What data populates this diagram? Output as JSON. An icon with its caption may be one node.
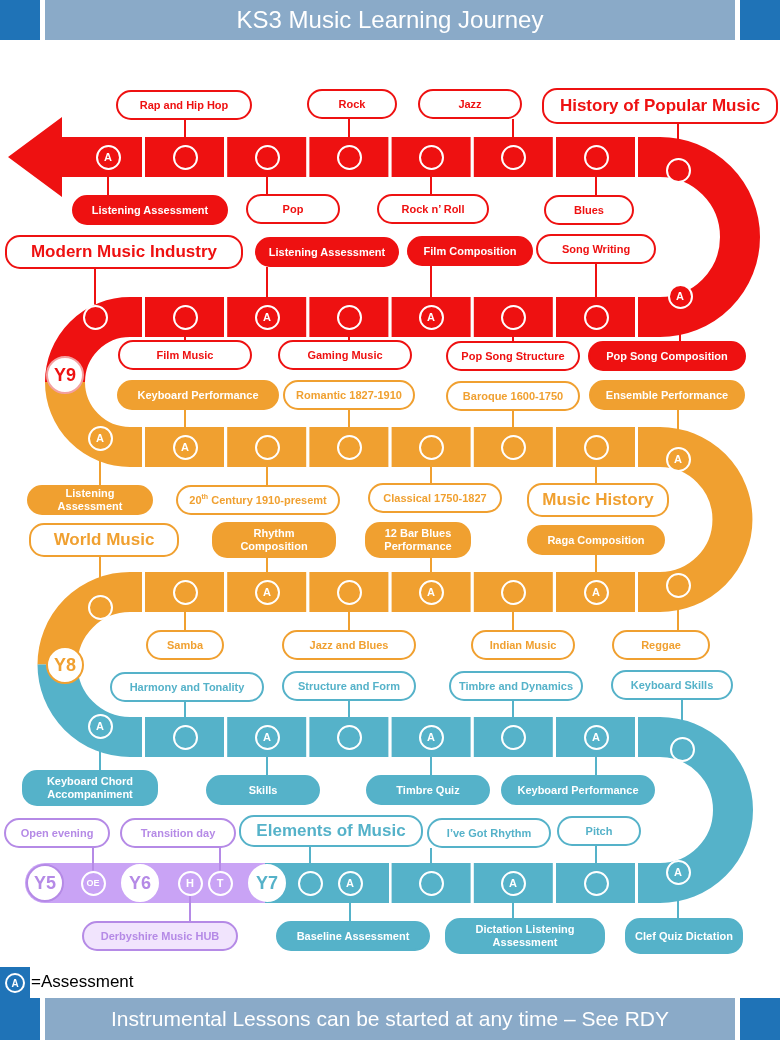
{
  "diagram": {
    "title": "KS3 Music Learning Journey",
    "caption": "Instrumental Lessons can be started at any time – See RDY",
    "nodes": [
      {
        "text": [
          "Rap and Hip Hop"
        ]
      },
      {
        "text": [
          "Rock"
        ]
      },
      {
        "text": [
          "Jazz"
        ]
      },
      {
        "text": [
          "History of Popular Music"
        ]
      },
      {
        "text": [
          "A"
        ]
      },
      {
        "text": [],
        "shape": "circle"
      },
      {
        "text": [],
        "shape": "circle"
      },
      {
        "text": [],
        "shape": "circle"
      },
      {
        "text": [],
        "shape": "circle"
      },
      {
        "text": [],
        "shape": "circle"
      },
      {
        "text": [],
        "shape": "circle"
      },
      {
        "text": [],
        "shape": "circle"
      },
      {
        "text": [
          "Listening Assessment"
        ]
      },
      {
        "text": [
          "Pop"
        ]
      },
      {
        "text": [
          "Rock n’ Roll"
        ]
      },
      {
        "text": [
          "Blues"
        ]
      },
      {
        "text": [
          "Modern Music Industry"
        ]
      },
      {
        "text": [
          "Listening Assessment"
        ]
      },
      {
        "text": [
          "Film Composition"
        ]
      },
      {
        "text": [
          "Song Writing"
        ]
      },
      {
        "text": [],
        "shape": "circle"
      },
      {
        "text": [],
        "shape": "circle"
      },
      {
        "text": [
          "A"
        ]
      },
      {
        "text": [],
        "shape": "circle"
      },
      {
        "text": [
          "A"
        ]
      },
      {
        "text": [],
        "shape": "circle"
      },
      {
        "text": [],
        "shape": "circle"
      },
      {
        "text": [
          "A"
        ]
      },
      {
        "text": [
          "Film Music"
        ]
      },
      {
        "text": [
          "Gaming Music"
        ]
      },
      {
        "text": [
          "Pop Song Structure"
        ]
      },
      {
        "text": [
          "Pop Song Composition"
        ]
      },
      {
        "text": [
          "Y9"
        ]
      },
      {
        "text": [
          "Keyboard Performance"
        ]
      },
      {
        "text": [
          "Romantic 1827-1910"
        ]
      },
      {
        "text": [
          "Baroque 1600-1750"
        ]
      },
      {
        "text": [
          "Ensemble Performance"
        ]
      },
      {
        "text": [
          "A"
        ]
      },
      {
        "text": [
          "A"
        ]
      },
      {
        "text": [],
        "shape": "circle"
      },
      {
        "text": [],
        "shape": "circle"
      },
      {
        "text": [],
        "shape": "circle"
      },
      {
        "text": [],
        "shape": "circle"
      },
      {
        "text": [],
        "shape": "circle"
      },
      {
        "text": [
          "A"
        ]
      },
      {
        "text": [
          "Listening Assessment"
        ]
      },
      {
        "text": [
          "20$^{th}$ Century 1910-presemt"
        ]
      },
      {
        "text": [
          "Classical 1750-1827"
        ]
      },
      {
        "text": [
          "Music History"
        ]
      },
      {
        "text": [
          "World Music"
        ]
      },
      {
        "text": [
          "Rhythm Composition"
        ]
      },
      {
        "text": [
          "12 Bar Blues Performance"
        ]
      },
      {
        "text": [
          "Raga Composition"
        ]
      },
      {
        "text": [],
        "shape": "circle"
      },
      {
        "text": [],
        "shape": "circle"
      },
      {
        "text": [
          "A"
        ]
      },
      {
        "text": [],
        "shape": "circle"
      },
      {
        "text": [
          "A"
        ]
      },
      {
        "text": [],
        "shape": "circle"
      },
      {
        "text": [
          "A"
        ]
      },
      {
        "text": [],
        "shape": "circle"
      },
      {
        "text": [
          "Samba"
        ]
      },
      {
        "text": [
          "Jazz and Blues"
        ]
      },
      {
        "text": [
          "Indian Music"
        ]
      },
      {
        "text": [
          "Reggae"
        ]
      },
      {
        "text": [
          "Y8"
        ]
      },
      {
        "text": [
          "Harmony and Tonality"
        ]
      },
      {
        "text": [
          "Structure and Form"
        ]
      },
      {
        "text": [
          "Timbre and Dynamics"
        ]
      },
      {
        "text": [
          "Keyboard Skills"
        ]
      },
      {
        "text": [
          "A"
        ]
      },
      {
        "text": [],
        "shape": "circle"
      },
      {
        "text": [
          "A"
        ]
      },
      {
        "text": [],
        "shape": "circle"
      },
      {
        "text": [
          "A"
        ]
      },
      {
        "text": [],
        "shape": "circle"
      },
      {
        "text": [
          "A"
        ]
      },
      {
        "text": [],
        "shape": "circle"
      },
      {
        "text": [
          "Keyboard Chord Accompaniment"
        ]
      },
      {
        "text": [
          "Skills"
        ]
      },
      {
        "text": [
          "Timbre Quiz"
        ]
      },
      {
        "text": [
          "Keyboard Performance"
        ]
      },
      {
        "text": [
          "Open evening"
        ]
      },
      {
        "text": [
          "Transition day"
        ]
      },
      {
        "text": [
          "Elements of Music"
        ]
      },
      {
        "text": [
          "I’ve Got Rhythm"
        ]
      },
      {
        "text": [
          "Pitch"
        ]
      },
      {
        "text": [
          "Y5"
        ]
      },
      {
        "text": [
          "OE"
        ]
      },
      {
        "text": [
          "Y6"
        ]
      },
      {
        "text": [
          "H"
        ]
      },
      {
        "text": [
          "T"
        ]
      },
      {
        "text": [
          "Y7"
        ]
      },
      {
        "text": [],
        "shape": "circle"
      },
      {
        "text": [
          "A"
        ]
      },
      {
        "text": [],
        "shape": "circle"
      },
      {
        "text": [
          "A"
        ]
      },
      {
        "text": [],
        "shape": "circle"
      },
      {
        "text": [
          "A"
        ]
      },
      {
        "text": [
          "Derbyshire Music HUB"
        ]
      },
      {
        "text": [
          "Baseline Assessment"
        ]
      },
      {
        "text": [
          "Dictation Listening Assessment"
        ]
      },
      {
        "text": [
          "Clef Quiz Dictation"
        ]
      }
    ],
    "edges": [
      {
        "from": 0,
        "to": 5,
        "arrow": "none"
      },
      {
        "from": 1,
        "to": 7,
        "arrow": "none"
      },
      {
        "from": 2,
        "to": 9,
        "arrow": "none"
      },
      {
        "from": 3,
        "to": 11,
        "arrow": "none"
      },
      {
        "from": 12,
        "to": 4,
        "arrow": "none"
      },
      {
        "from": 13,
        "to": 6,
        "arrow": "none"
      },
      {
        "from": 14,
        "to": 8,
        "arrow": "none"
      },
      {
        "from": 15,
        "to": 10,
        "arrow": "none"
      },
      {
        "from": 16,
        "to": 20,
        "arrow": "none"
      },
      {
        "from": 17,
        "to": 22,
        "arrow": "none"
      },
      {
        "from": 18,
        "to": 24,
        "arrow": "none"
      },
      {
        "from": 19,
        "to": 26,
        "arrow": "none"
      },
      {
        "from": 28,
        "to": 21,
        "arrow": "none"
      },
      {
        "from": 29,
        "to": 23,
        "arrow": "none"
      },
      {
        "from": 30,
        "to": 25,
        "arrow": "none"
      },
      {
        "from": 31,
        "to": 27,
        "arrow": "none"
      },
      {
        "from": 33,
        "to": 38,
        "arrow": "none",
        "color": "#f0a030"
      },
      {
        "from": 34,
        "to": 40,
        "arrow": "none",
        "color": "#f0a030"
      },
      {
        "from": 35,
        "to": 42,
        "arrow": "none",
        "color": "#f0a030"
      },
      {
        "from": 36,
        "to": 44,
        "arrow": "none",
        "color": "#f0a030"
      },
      {
        "from": 45,
        "to": 37,
        "arrow": "none",
        "color": "#f0a030"
      },
      {
        "from": 46,
        "to": 39,
        "arrow": "none",
        "color": "#f0a030"
      },
      {
        "from": 47,
        "to": 41,
        "arrow": "none",
        "color": "#f0a030"
      },
      {
        "from": 48,
        "to": 43,
        "arrow": "none",
        "color": "#f0a030"
      },
      {
        "from": 49,
        "to": 53,
        "arrow": "none",
        "color": "#f0a030"
      },
      {
        "from": 50,
        "to": 55,
        "arrow": "none",
        "color": "#f0a030"
      },
      {
        "from": 51,
        "to": 57,
        "arrow": "none",
        "color": "#f0a030"
      },
      {
        "from": 52,
        "to": 59,
        "arrow": "none",
        "color": "#f0a030"
      },
      {
        "from": 61,
        "to": 54,
        "arrow": "none",
        "color": "#f0a030"
      },
      {
        "from": 62,
        "to": 56,
        "arrow": "none",
        "color": "#f0a030"
      },
      {
        "from": 63,
        "to": 58,
        "arrow": "none",
        "color": "#f0a030"
      },
      {
        "from": 64,
        "to": 60,
        "arrow": "none",
        "color": "#f0a030"
      },
      {
        "from": 66,
        "to": 71,
        "arrow": "none",
        "color": "#55b2c9"
      },
      {
        "from": 67,
        "to": 73,
        "arrow": "none",
        "color": "#55b2c9"
      },
      {
        "from": 68,
        "to": 75,
        "arrow": "none",
        "color": "#55b2c9"
      },
      {
        "from": 69,
        "to": 77,
        "arrow": "none",
        "color": "#55b2c9"
      },
      {
        "from": 78,
        "to": 70,
        "arrow": "none",
        "color": "#55b2c9"
      },
      {
        "from": 79,
        "to": 72,
        "arrow": "none",
        "color": "#55b2c9"
      },
      {
        "from": 80,
        "to": 74,
        "arrow": "none",
        "color": "#55b2c9"
      },
      {
        "from": 81,
        "to": 76,
        "arrow": "none",
        "color": "#55b2c9"
      },
      {
        "from": 82,
        "to": 88,
        "arrow": "none",
        "color": "#b58ae6"
      },
      {
        "from": 83,
        "to": 91,
        "arrow": "none",
        "color": "#b58ae6"
      },
      {
        "from": 84,
        "to": 93,
        "arrow": "none",
        "color": "#55b2c9"
      },
      {
        "from": 85,
        "to": 95,
        "arrow": "none",
        "color": "#55b2c9"
      },
      {
        "from": 86,
        "to": 97,
        "arrow": "none",
        "color": "#55b2c9"
      },
      {
        "from": 99,
        "to": 90,
        "arrow": "none",
        "color": "#b58ae6"
      },
      {
        "from": 100,
        "to": 94,
        "arrow": "none",
        "color": "#55b2c9"
      },
      {
        "from": 101,
        "to": 96,
        "arrow": "none",
        "color": "#55b2c9"
      },
      {
        "from": 102,
        "to": 98,
        "arrow": "none",
        "color": "#55b2c9"
      }
    ],
    "labels": [
      "A"
    ],
    "legend": [
      {
        "text": "=Assessment"
      }
    ]
  }
}
